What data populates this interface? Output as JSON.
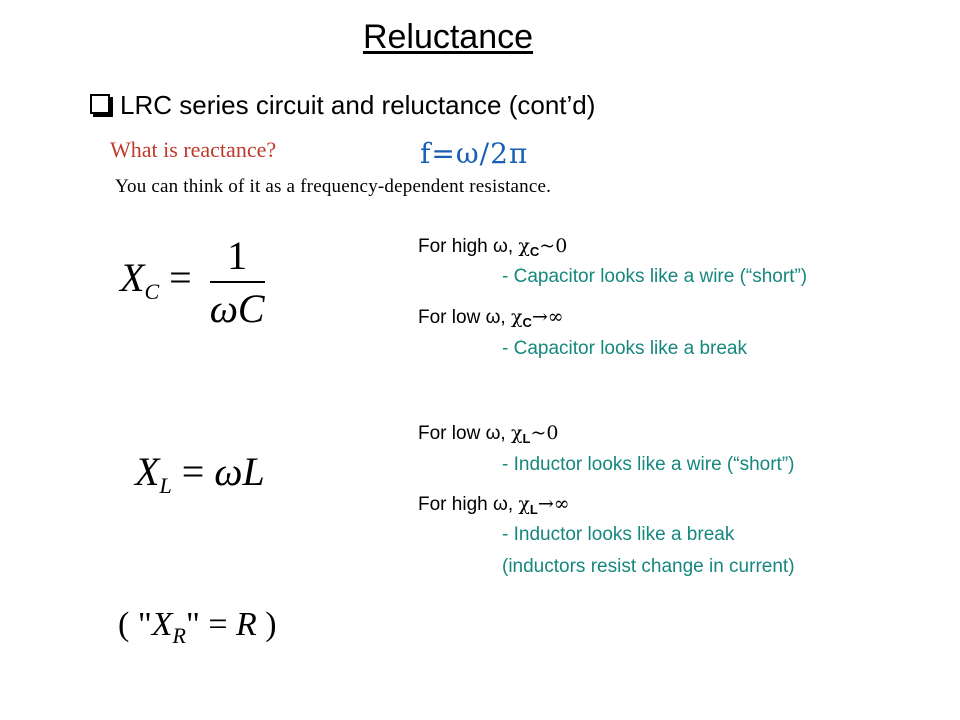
{
  "title": "Reluctance",
  "heading": "LRC series circuit and reluctance (cont’d)",
  "question": "What is reactance?",
  "frequency_relation": "f=ω/2π",
  "description": "You can think of it as a frequency-dependent resistance.",
  "equations": {
    "xc": {
      "lhs": "X",
      "sub": "C",
      "equals": "=",
      "numerator": "1",
      "denominator": "ωC"
    },
    "xl": {
      "lhs": "X",
      "sub": "L",
      "equals": "=",
      "rhs": "ωL"
    },
    "xr": {
      "open": "( \"",
      "lhs": "X",
      "sub": "R",
      "mid": "\" = ",
      "rhs": "R",
      "close": " )"
    }
  },
  "capacitor": {
    "high_prefix": "For high ω, ",
    "high_symbol": "χ",
    "high_sub": "C",
    "high_result": "~0",
    "high_note": "- Capacitor looks like a wire (“short”)",
    "low_prefix": "For low ω, ",
    "low_symbol": "χ",
    "low_sub": "C",
    "low_result": "→∞",
    "low_note": "- Capacitor looks like a break"
  },
  "inductor": {
    "low_prefix": "For low ω, ",
    "low_symbol": "χ",
    "low_sub": "L",
    "low_result": "~0",
    "low_note": "- Inductor looks like a wire (“short”)",
    "high_prefix": "For high ω, ",
    "high_symbol": "χ",
    "high_sub": "L",
    "high_result": "→∞",
    "high_note": "- Inductor looks like a break",
    "high_note2": "(inductors resist change in current)"
  },
  "colors": {
    "question": "#c0392b",
    "frequency": "#1a5fb4",
    "notes": "#16877e"
  }
}
